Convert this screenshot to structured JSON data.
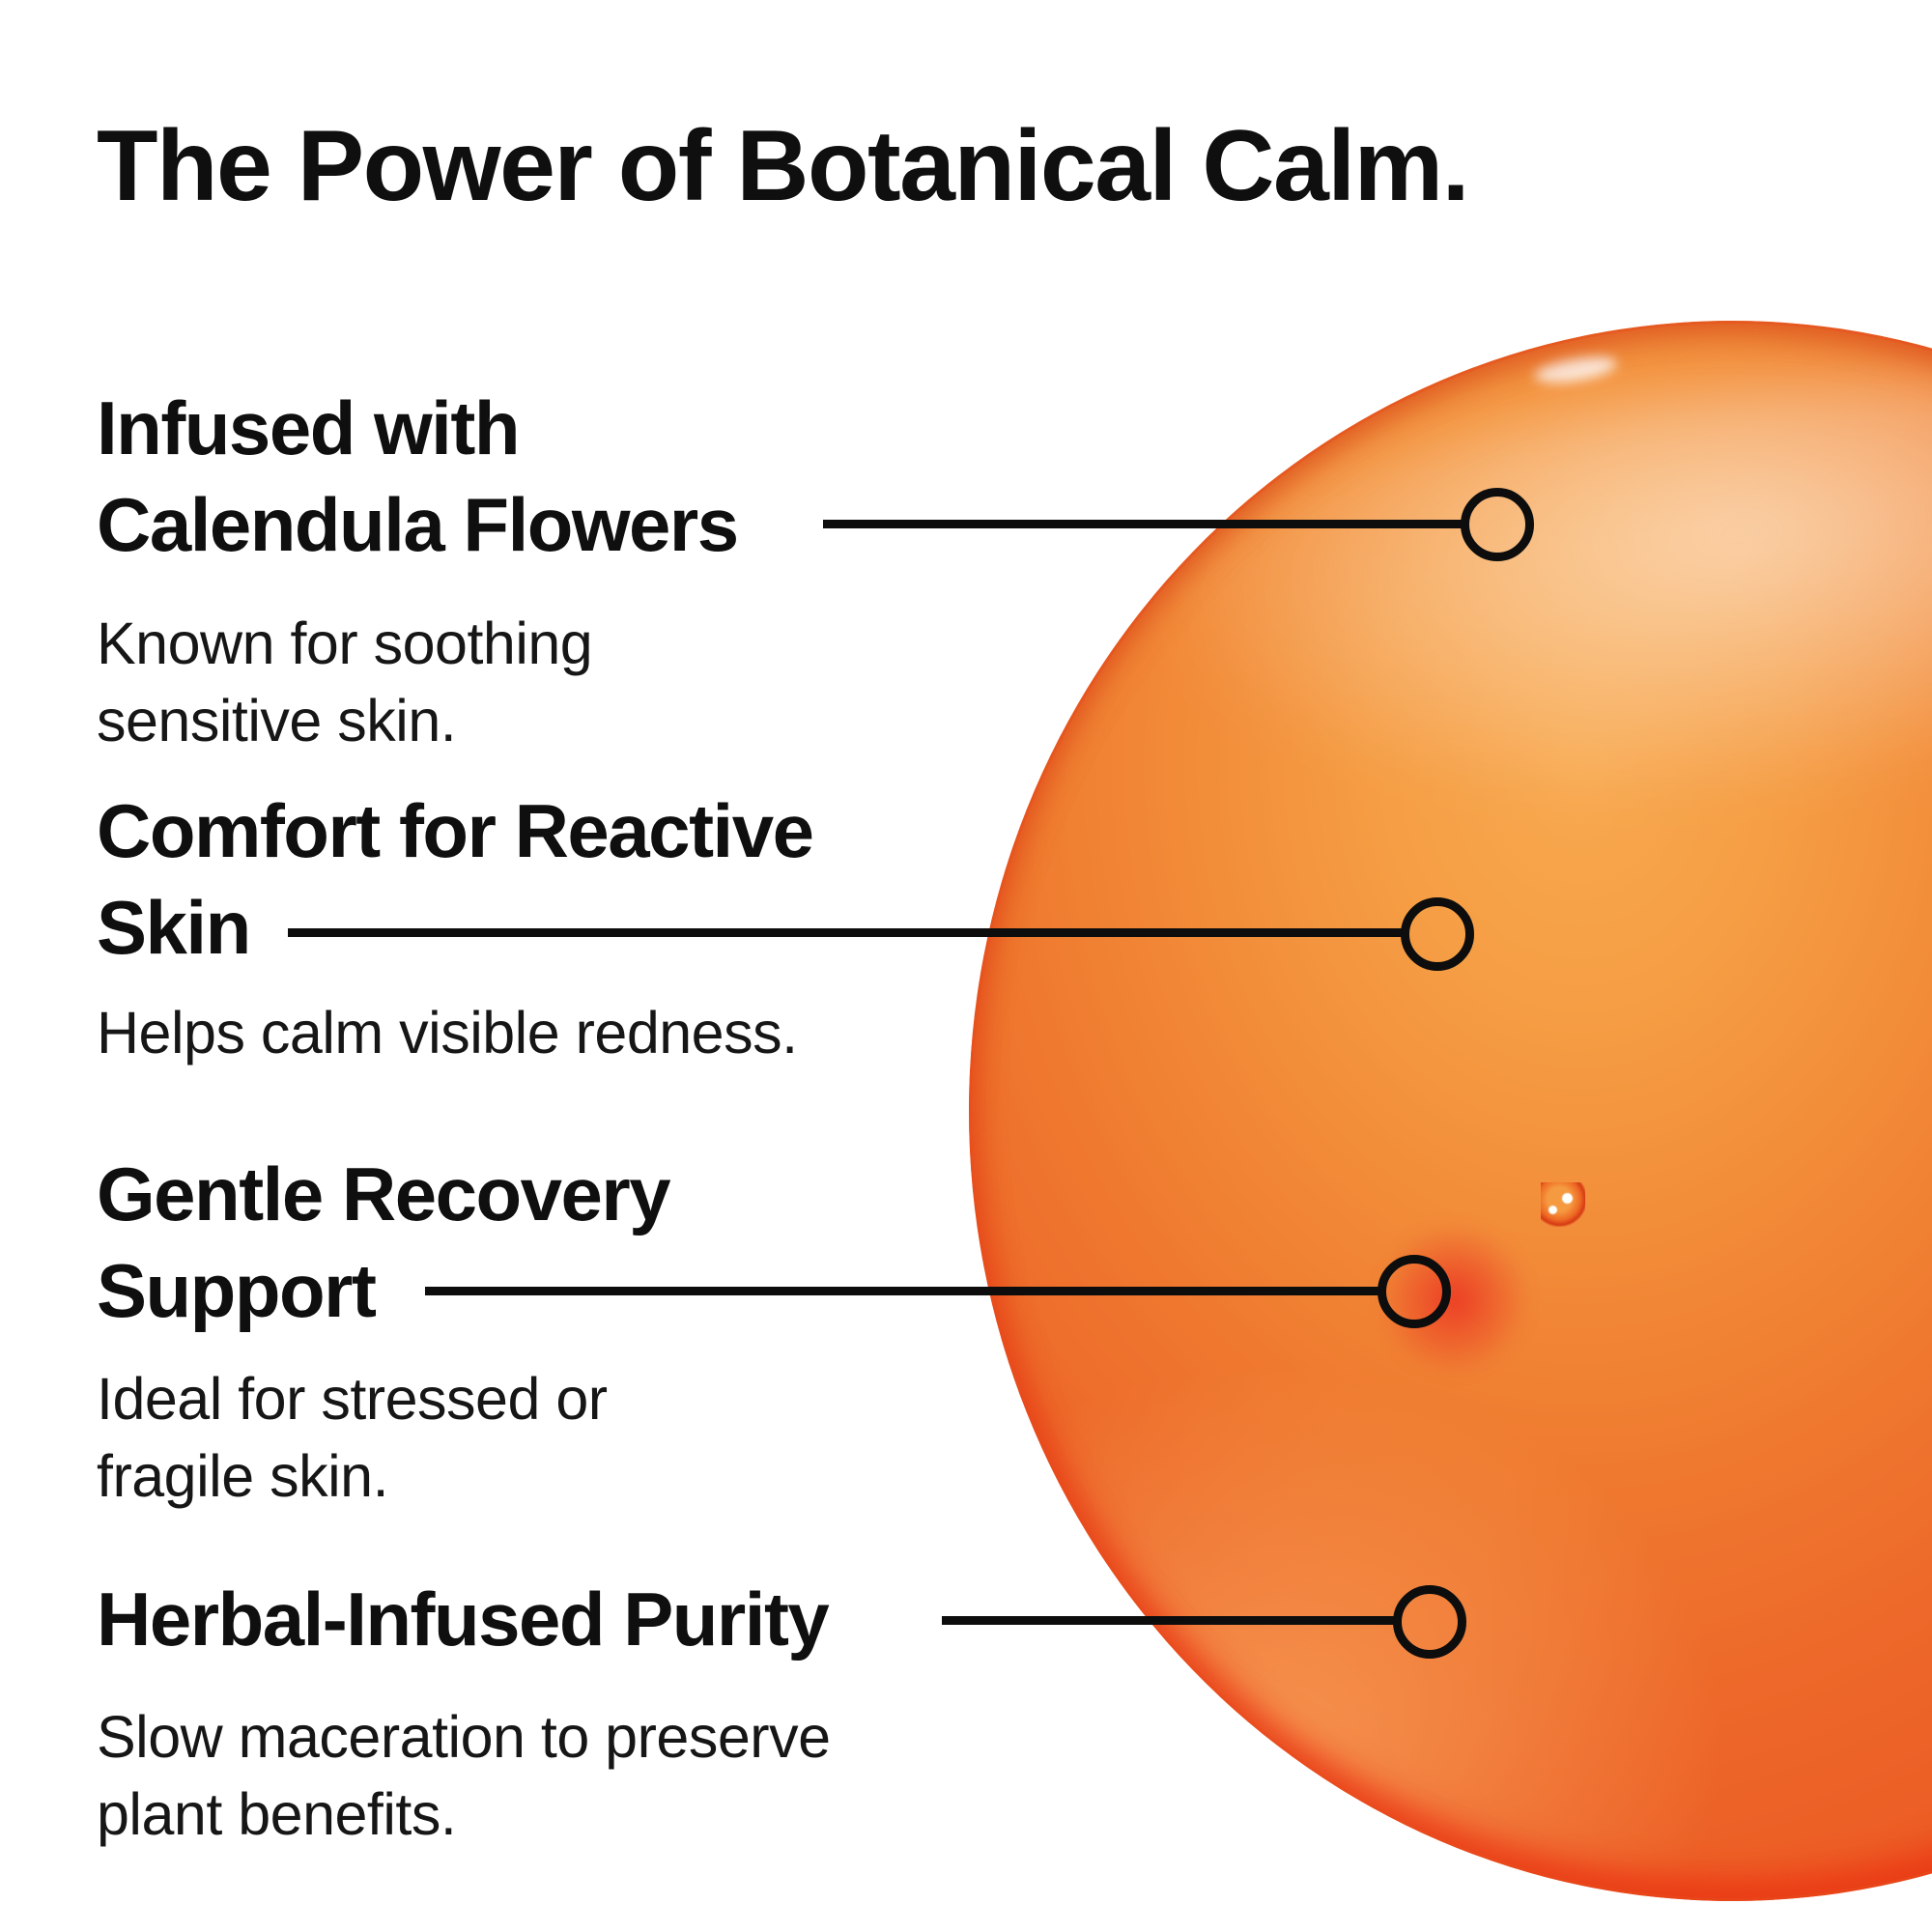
{
  "page": {
    "title": "The Power of Botanical Calm."
  },
  "features": [
    {
      "heading_lines": [
        "Infused with",
        "Calendula Flowers"
      ],
      "desc_lines": [
        "Known for soothing",
        "sensitive skin."
      ]
    },
    {
      "heading_lines": [
        "Comfort for Reactive",
        "Skin"
      ],
      "desc_lines": [
        "Helps calm visible redness."
      ]
    },
    {
      "heading_lines": [
        "Gentle Recovery",
        "Support"
      ],
      "desc_lines": [
        "Ideal for stressed or",
        "fragile skin."
      ]
    },
    {
      "heading_lines": [
        "Herbal-Infused Purity"
      ],
      "desc_lines": [
        "Slow maceration to preserve",
        "plant benefits."
      ]
    }
  ],
  "colors": {
    "background": "#FFFFFF",
    "text": "#0F0F0F",
    "callout": "#0D0D0D",
    "liquid_light": "#F8A94F",
    "liquid_mid": "#F07A2E",
    "liquid_deep": "#EB5B24",
    "liquid_rim_red": "#F2200E"
  }
}
